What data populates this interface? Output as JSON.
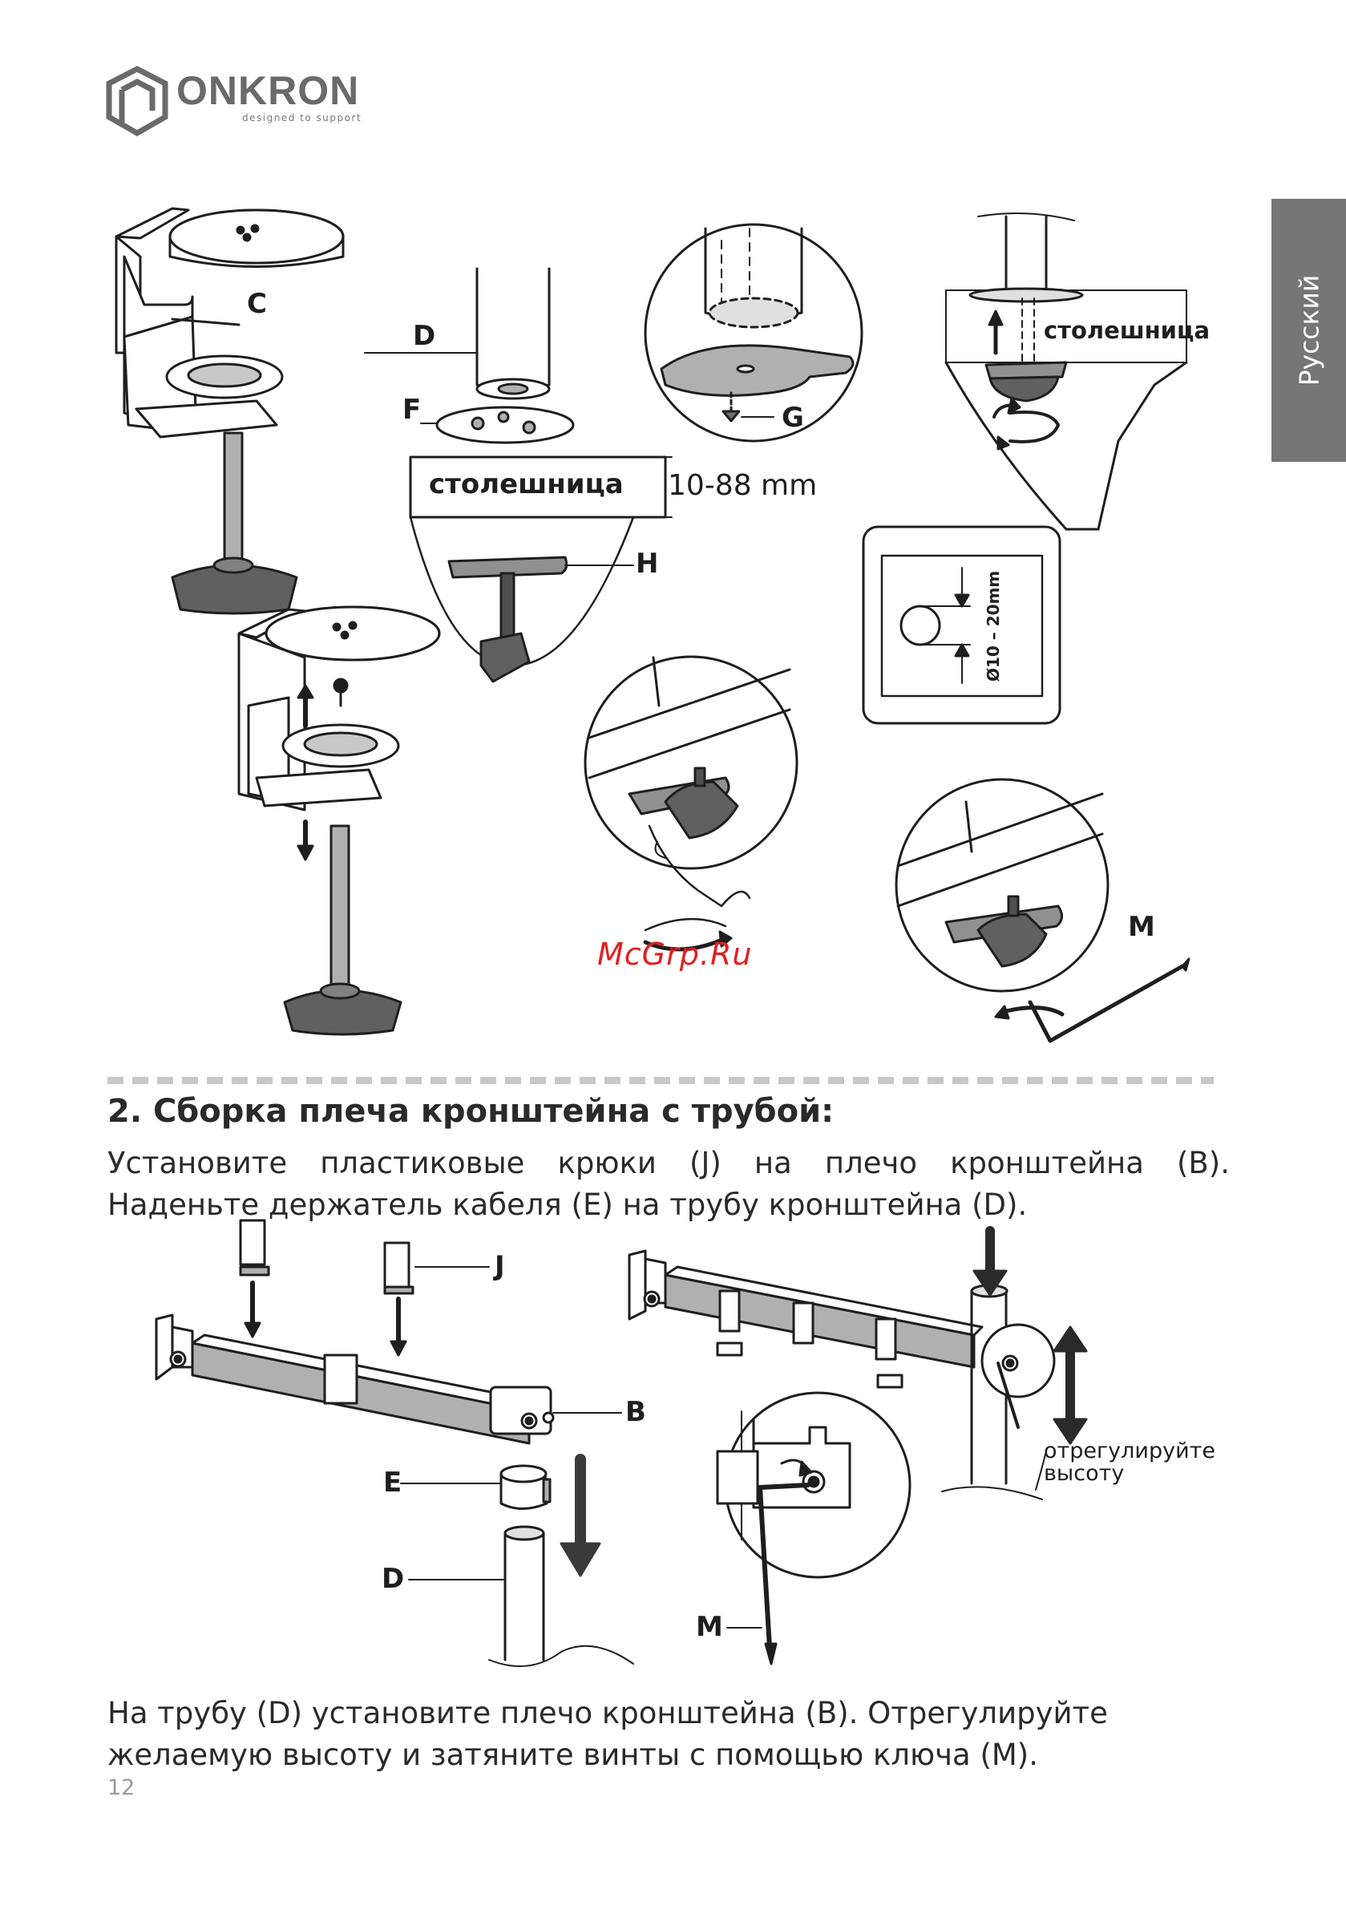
{
  "brand": {
    "name": "ONKRON",
    "tagline": "designed to support",
    "logo_icon": "cube-logo-icon"
  },
  "language_tab": "Русский",
  "top_figures": {
    "part_c": "C",
    "part_d": "D",
    "part_f": "F",
    "part_g": "G",
    "part_h": "H",
    "part_m": "M",
    "tabletop_label_1": "столешница",
    "tabletop_label_2": "столешница",
    "thickness_range": "10-88 mm",
    "hole_diameter": "Ø10 – 20mm"
  },
  "watermark": "McGrp.Ru",
  "section": {
    "heading": "2. Сборка плеча кронштейна с трубой:",
    "line1": "Установите пластиковые крюки (J) на плечо кронштейна (B).",
    "line2": "Наденьте держатель кабеля (E) на трубу кронштейна (D)."
  },
  "bottom_figures": {
    "part_j": "J",
    "part_b": "B",
    "part_e": "E",
    "part_d": "D",
    "part_m": "M",
    "adjust_line1": "отрегулируйте",
    "adjust_line2": "высоту"
  },
  "bottom_text": {
    "line1": "На трубу (D) установите плечо кронштейна (B). Отрегулируйте",
    "line2": "желаемую высоту и затяните винты с помощью ключа (M)."
  },
  "page_number": "12",
  "colors": {
    "text": "#1e1e1e",
    "tab_gray": "#767676",
    "part_gray": "#a0a0a0",
    "watermark_red": "#e02020"
  }
}
